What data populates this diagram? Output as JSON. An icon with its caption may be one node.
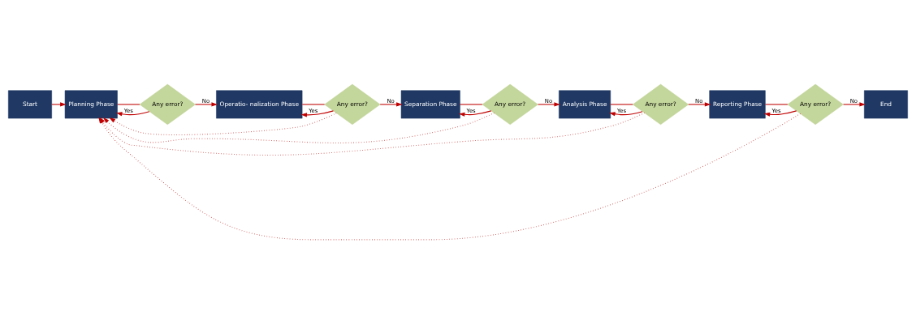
{
  "diagram": {
    "nodes": [
      {
        "text": [
          "Start"
        ]
      },
      {
        "text": [
          "Planning Phase"
        ]
      },
      {
        "text": [
          "Any error?"
        ]
      },
      {
        "text": [
          "Operatio- nalization Phase"
        ]
      },
      {
        "text": [
          "Any error?"
        ]
      },
      {
        "text": [
          "Separation Phase"
        ]
      },
      {
        "text": [
          "Any error?"
        ]
      },
      {
        "text": [
          "Analysis Phase"
        ]
      },
      {
        "text": [
          "Any error?"
        ]
      },
      {
        "text": [
          "Reporting Phase"
        ]
      },
      {
        "text": [
          "Any error?"
        ]
      },
      {
        "text": [
          "End"
        ]
      }
    ],
    "edges": [
      {
        "from": 0,
        "to": 1,
        "arrow": "to"
      },
      {
        "from": 1,
        "to": 2,
        "arrow": "none"
      },
      {
        "from": 2,
        "to": 3,
        "arrow": "to",
        "label": "No"
      },
      {
        "from": 2,
        "to": 1,
        "arrow": "to",
        "label": "Yes"
      },
      {
        "from": 3,
        "to": 4,
        "arrow": "none"
      },
      {
        "from": 4,
        "to": 5,
        "arrow": "to",
        "label": "No"
      },
      {
        "from": 4,
        "to": 3,
        "arrow": "to",
        "label": "Yes"
      },
      {
        "from": 5,
        "to": 6,
        "arrow": "none"
      },
      {
        "from": 6,
        "to": 7,
        "arrow": "to",
        "label": "No"
      },
      {
        "from": 6,
        "to": 5,
        "arrow": "to",
        "label": "Yes"
      },
      {
        "from": 7,
        "to": 8,
        "arrow": "none"
      },
      {
        "from": 8,
        "to": 9,
        "arrow": "to",
        "label": "No"
      },
      {
        "from": 8,
        "to": 7,
        "arrow": "to",
        "label": "Yes"
      },
      {
        "from": 9,
        "to": 10,
        "arrow": "none"
      },
      {
        "from": 10,
        "to": 11,
        "arrow": "to",
        "label": "No"
      },
      {
        "from": 10,
        "to": 9,
        "arrow": "to",
        "label": "Yes"
      },
      {
        "from": 4,
        "to": 1,
        "arrow": "to",
        "style": "dashed"
      },
      {
        "from": 6,
        "to": 1,
        "arrow": "to",
        "style": "dashed"
      },
      {
        "from": 8,
        "to": 1,
        "arrow": "to",
        "style": "dashed"
      },
      {
        "from": 10,
        "to": 1,
        "arrow": "to",
        "style": "dashed"
      }
    ]
  }
}
